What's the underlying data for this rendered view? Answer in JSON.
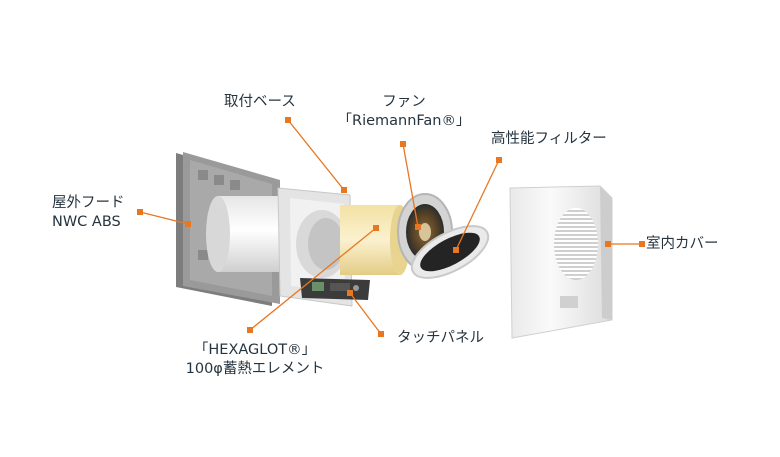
{
  "colors": {
    "accent": "#e87722",
    "text": "#26343f"
  },
  "labels": {
    "outdoor_hood": {
      "line1": "屋外フード",
      "line2": "NWC ABS"
    },
    "mount_base": "取付ベース",
    "fan": {
      "line1": "ファン",
      "line2": "「RiemannFan®」"
    },
    "filter": "高性能フィルター",
    "indoor_cover": "室内カバー",
    "touch_panel": "タッチパネル",
    "heat_element": {
      "line1": "「HEXAGLOT®」",
      "line2": "100φ蓄熱エレメント"
    }
  }
}
